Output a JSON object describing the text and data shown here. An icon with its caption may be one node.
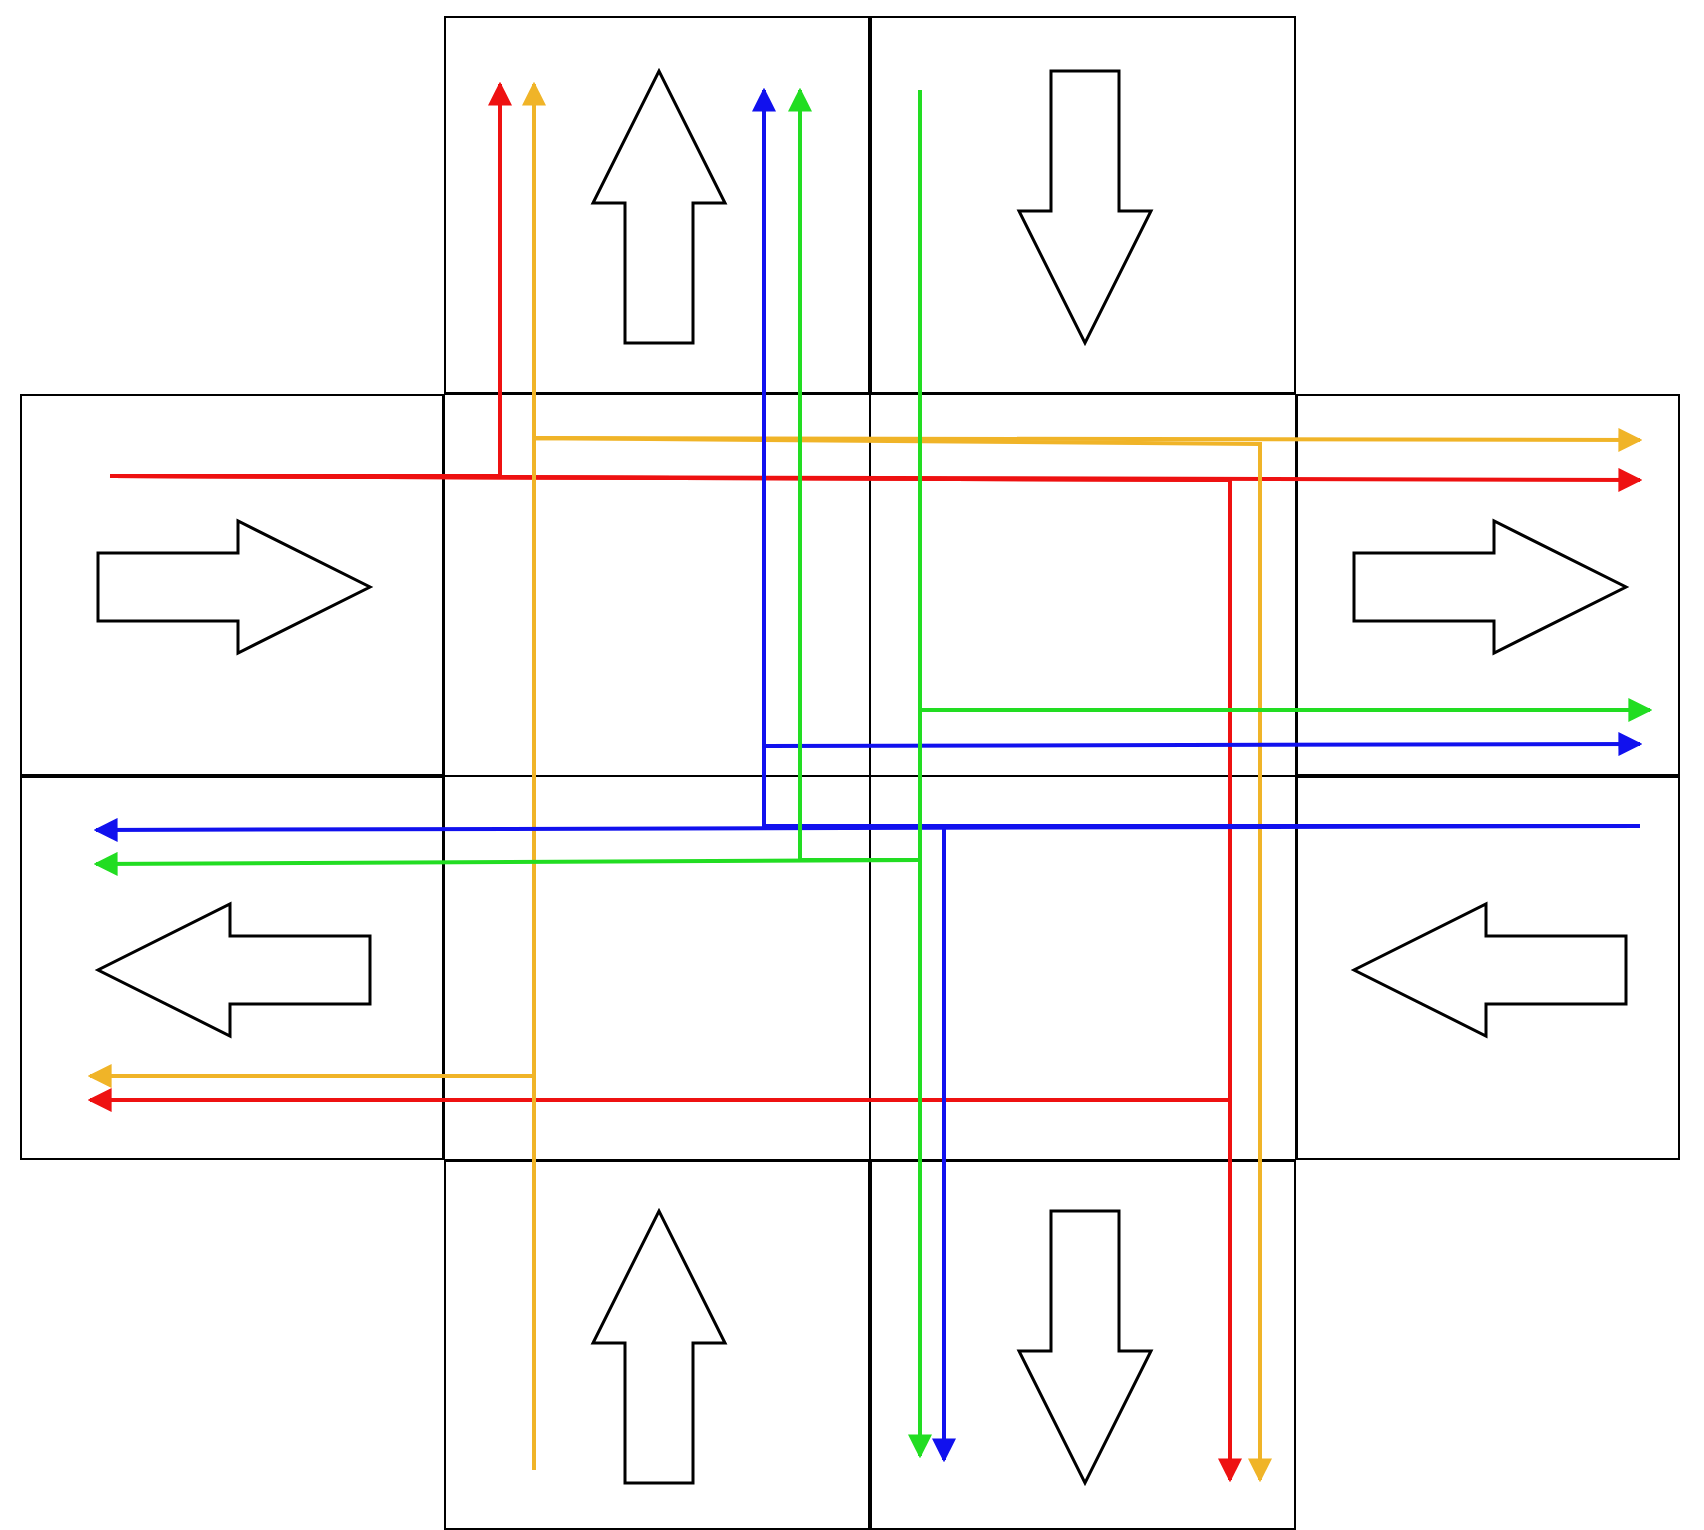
{
  "diagram": {
    "nodes": [
      {
        "text": [],
        "shape": "box"
      },
      {
        "text": [],
        "shape": "box"
      },
      {
        "text": [],
        "shape": "box"
      },
      {
        "text": [],
        "shape": "box"
      },
      {
        "text": [],
        "shape": "box"
      },
      {
        "text": [],
        "shape": "box"
      },
      {
        "text": [],
        "shape": "box"
      },
      {
        "text": [],
        "shape": "box"
      }
    ],
    "edges": [
      {
        "from": 2,
        "to": 0,
        "arrow": "to",
        "color": "#ee1111"
      },
      {
        "from": 2,
        "to": 3,
        "arrow": "to",
        "color": "#ee1111"
      },
      {
        "from": 2,
        "to": 7,
        "arrow": "to",
        "color": "#ee1111"
      },
      {
        "from": 2,
        "to": 4,
        "arrow": "to",
        "color": "#ee1111"
      },
      {
        "from": 6,
        "to": 0,
        "arrow": "to",
        "color": "#f0b428"
      },
      {
        "from": 6,
        "to": 3,
        "arrow": "to",
        "color": "#f0b428"
      },
      {
        "from": 6,
        "to": 7,
        "arrow": "to",
        "color": "#f0b428"
      },
      {
        "from": 6,
        "to": 4,
        "arrow": "to",
        "color": "#f0b428"
      },
      {
        "from": 5,
        "to": 4,
        "arrow": "to",
        "color": "#1111ee"
      },
      {
        "from": 5,
        "to": 0,
        "arrow": "to",
        "color": "#1111ee"
      },
      {
        "from": 5,
        "to": 7,
        "arrow": "to",
        "color": "#1111ee"
      },
      {
        "from": 5,
        "to": 3,
        "arrow": "to",
        "color": "#1111ee"
      },
      {
        "from": 1,
        "to": 7,
        "arrow": "to",
        "color": "#22dd22"
      },
      {
        "from": 1,
        "to": 3,
        "arrow": "to",
        "color": "#22dd22"
      },
      {
        "from": 1,
        "to": 4,
        "arrow": "to",
        "color": "#22dd22"
      },
      {
        "from": 1,
        "to": 0,
        "arrow": "to",
        "color": "#22dd22"
      }
    ]
  }
}
